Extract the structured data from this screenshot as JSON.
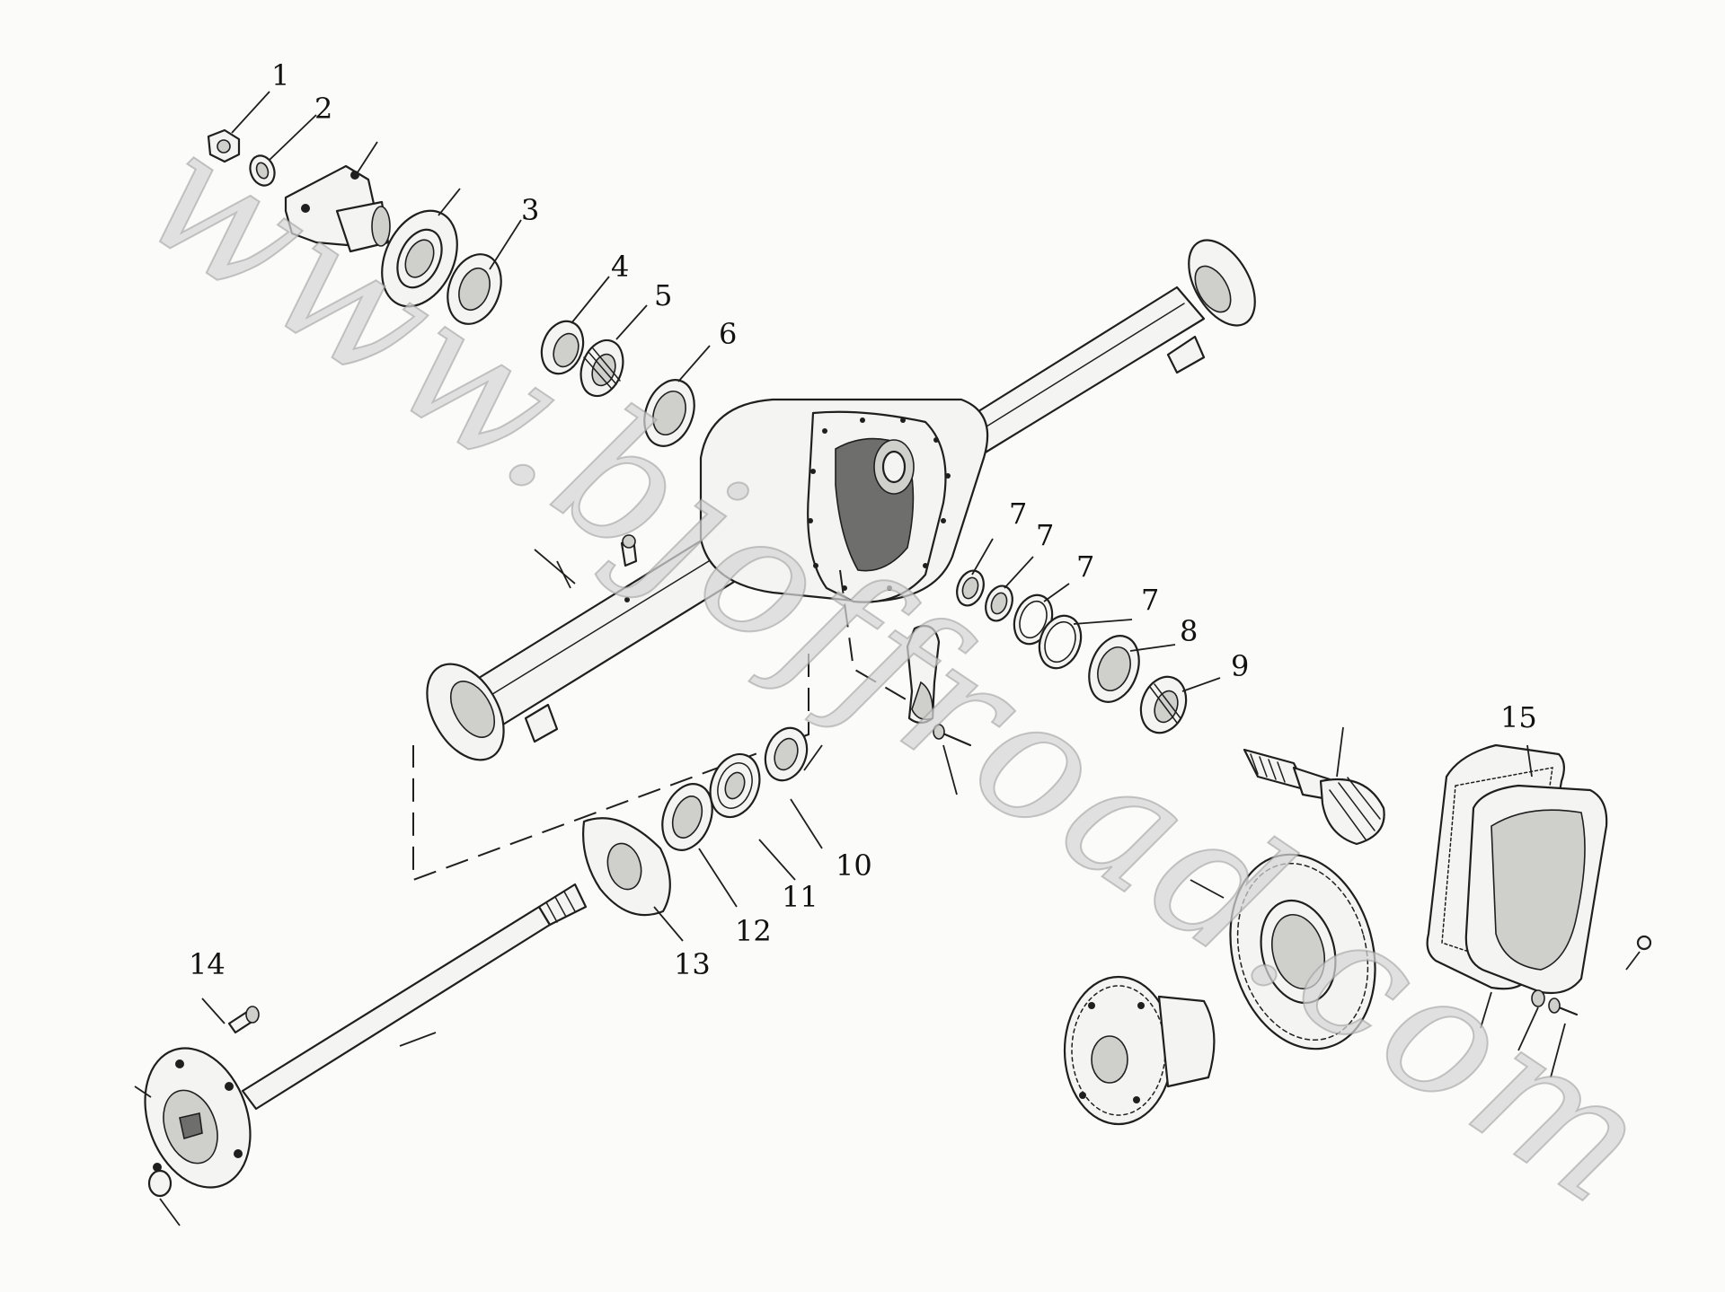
{
  "watermark": "www.bjoffroad.com",
  "callouts": {
    "c1": "1",
    "c2": "2",
    "c3": "3",
    "c4": "4",
    "c5": "5",
    "c6": "6",
    "c7a": "7",
    "c7b": "7",
    "c7c": "7",
    "c7d": "7",
    "c8": "8",
    "c9": "9",
    "c10": "10",
    "c11": "11",
    "c12": "12",
    "c13": "13",
    "c14": "14",
    "c15": "15"
  }
}
